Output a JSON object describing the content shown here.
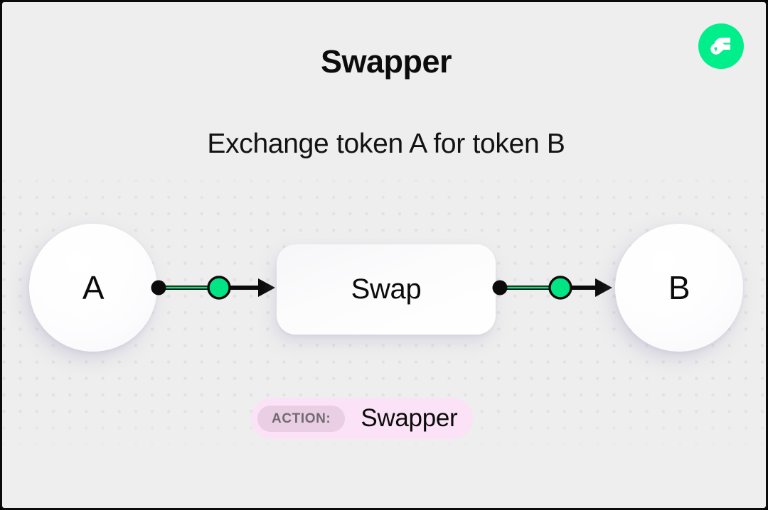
{
  "header": {
    "title": "Swapper",
    "subtitle": "Exchange token A for token B"
  },
  "brand": {
    "logo_name": "flow-logo-icon",
    "logo_color": "#00ef8b",
    "logo_mark_color": "#ffffff",
    "logo_accent_color": "#16ff99"
  },
  "diagram": {
    "source_node": {
      "label": "A",
      "name": "token-a"
    },
    "process_node": {
      "label": "Swap",
      "name": "swap-process"
    },
    "target_node": {
      "label": "B",
      "name": "token-b"
    },
    "connectors": [
      {
        "name": "connector-a-to-swap",
        "from": "A",
        "to": "Swap"
      },
      {
        "name": "connector-swap-to-b",
        "from": "Swap",
        "to": "B"
      }
    ],
    "accent_color": "#00e583",
    "line_color": "#0b0b0b",
    "surface_color": "#ffffff",
    "background_color": "#efeeee",
    "dot_color": "#e2e2e2"
  },
  "action": {
    "key_label": "ACTION:",
    "value_label": "Swapper",
    "badge_color": "#fbe2f6",
    "key_chip_color": "#e9cee4",
    "key_text_color": "#6f6b70"
  }
}
